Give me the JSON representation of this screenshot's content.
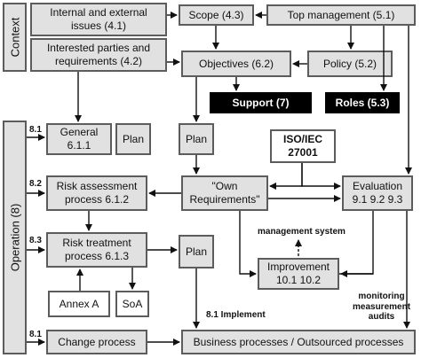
{
  "side": {
    "context": "Context",
    "operation": "Operation (8)"
  },
  "boxes": {
    "internal_external": "Internal and external\nissues (4.1)",
    "interested_parties": "Interested parties and\nrequirements (4.2)",
    "scope": "Scope (4.3)",
    "top_management": "Top management (5.1)",
    "objectives": "Objectives (6.2)",
    "policy": "Policy (5.2)",
    "support": "Support (7)",
    "roles": "Roles (5.3)",
    "general": "General\n6.1.1",
    "plan_general": "Plan",
    "plan_objectives": "Plan",
    "iso": "ISO/IEC\n27001",
    "risk_assessment": "Risk assessment\nprocess 6.1.2",
    "own_requirements": "\"Own\nRequirements\"",
    "evaluation": "Evaluation\n9.1  9.2  9.3",
    "risk_treatment": "Risk treatment\nprocess 6.1.3",
    "plan_treatment": "Plan",
    "improvement": "Improvement\n10.1  10.2",
    "annex_a": "Annex A",
    "soa": "SoA",
    "change_process": "Change process",
    "business_processes": "Business processes / Outsourced processes"
  },
  "labels": {
    "op_8_1_top": "8.1",
    "op_8_2": "8.2",
    "op_8_3": "8.3",
    "op_8_1_bottom": "8.1",
    "management_system": "management system",
    "implement": "8.1 Implement",
    "monitoring": "monitoring\nmeasurement\naudits"
  }
}
